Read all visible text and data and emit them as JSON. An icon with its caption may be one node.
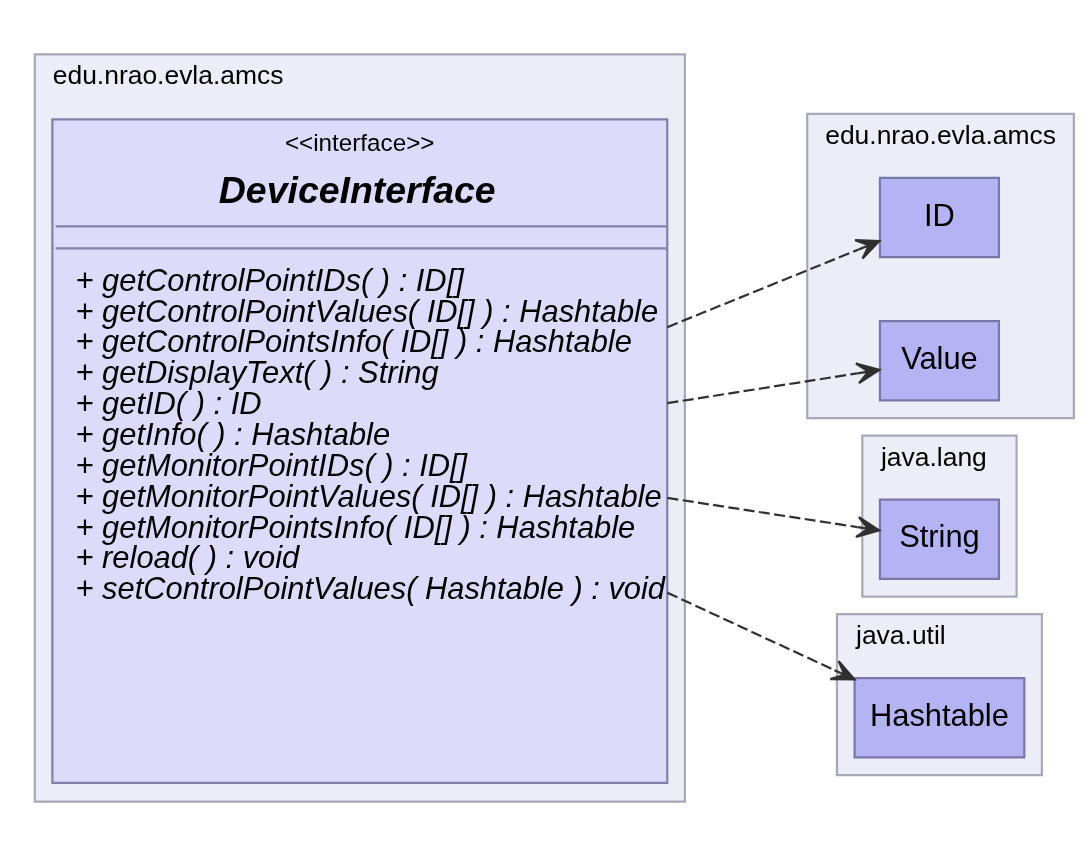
{
  "diagram": {
    "nodes": [
      {
        "text": [
          "edu.nrao.evla.amcs"
        ]
      },
      {
        "text": [
          "<<interface>>",
          "DeviceInterface",
          "+ getControlPointIDs( ) : ID[]",
          "+ getControlPointValues( ID[] ) : Hashtable",
          "+ getControlPointsInfo( ID[] ) : Hashtable",
          "+ getDisplayText( ) : String",
          "+ getID( ) : ID",
          "+ getInfo( ) : Hashtable",
          "+ getMonitorPointIDs( ) : ID[]",
          "+ getMonitorPointValues( ID[] ) : Hashtable",
          "+ getMonitorPointsInfo( ID[] ) : Hashtable",
          "+ reload( ) : void",
          "+ setControlPointValues( Hashtable ) : void"
        ],
        "in": 0
      },
      {
        "text": [
          "edu.nrao.evla.amcs"
        ]
      },
      {
        "text": [
          "ID"
        ],
        "in": 2
      },
      {
        "text": [
          "Value"
        ],
        "in": 2
      },
      {
        "text": [
          "java.lang"
        ]
      },
      {
        "text": [
          "String"
        ],
        "in": 5
      },
      {
        "text": [
          "java.util"
        ]
      },
      {
        "text": [
          "Hashtable"
        ],
        "in": 7
      }
    ],
    "edges": [
      {
        "from": 1,
        "to": 3,
        "arrow": "to",
        "style": "dashed"
      },
      {
        "from": 1,
        "to": 4,
        "arrow": "to",
        "style": "dashed"
      },
      {
        "from": 1,
        "to": 6,
        "arrow": "to",
        "style": "dashed"
      },
      {
        "from": 1,
        "to": 8,
        "arrow": "to",
        "style": "dashed"
      }
    ]
  }
}
